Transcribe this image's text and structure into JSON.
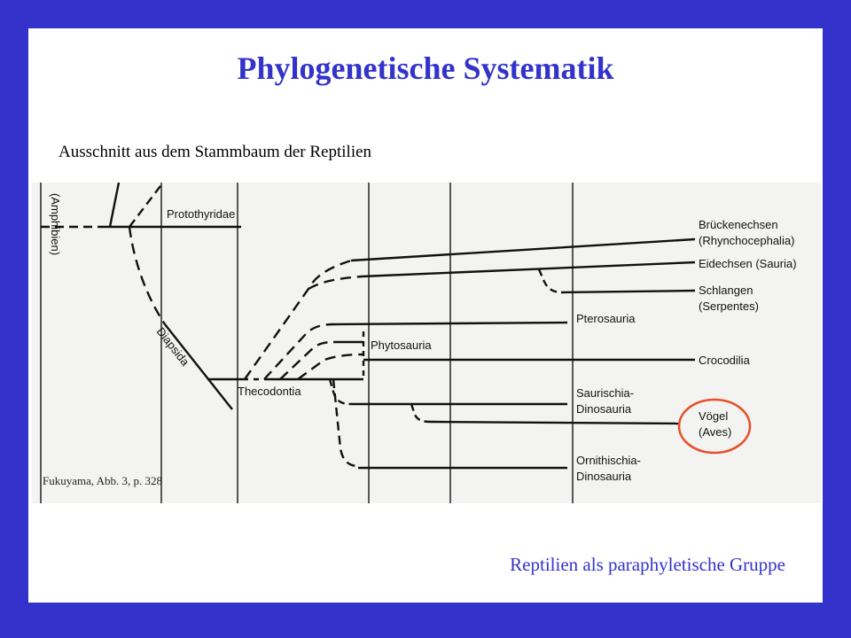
{
  "slide": {
    "title": "Phylogenetische Systematik",
    "subtitle": "Ausschnitt aus dem Stammbaum der Reptilien",
    "footer": "Reptilien als paraphyletische Gruppe",
    "source": "Fukuyama, Abb. 3, p. 328"
  },
  "diagram": {
    "labels": {
      "amphibien": "(Amphibien)",
      "protothyridae": "Protothyridae",
      "diapsida": "Diapsida",
      "thecodontia": "Thecodontia",
      "phytosauria": "Phytosauria",
      "pterosauria": "Pterosauria",
      "brueckenechsen": "Brückenechsen",
      "rhynchocephalia": "(Rhynchocephalia)",
      "eidechsen": "Eidechsen (Sauria)",
      "schlangen": "Schlangen",
      "serpentes": "(Serpentes)",
      "crocodilia": "Crocodilia",
      "saurischia": "Saurischia-",
      "dinosauria1": "Dinosauria",
      "voegel": "Vögel",
      "aves": "(Aves)",
      "ornithischia": "Ornithischia-",
      "dinosauria2": "Dinosauria"
    },
    "highlight_color": "#e8502a"
  }
}
